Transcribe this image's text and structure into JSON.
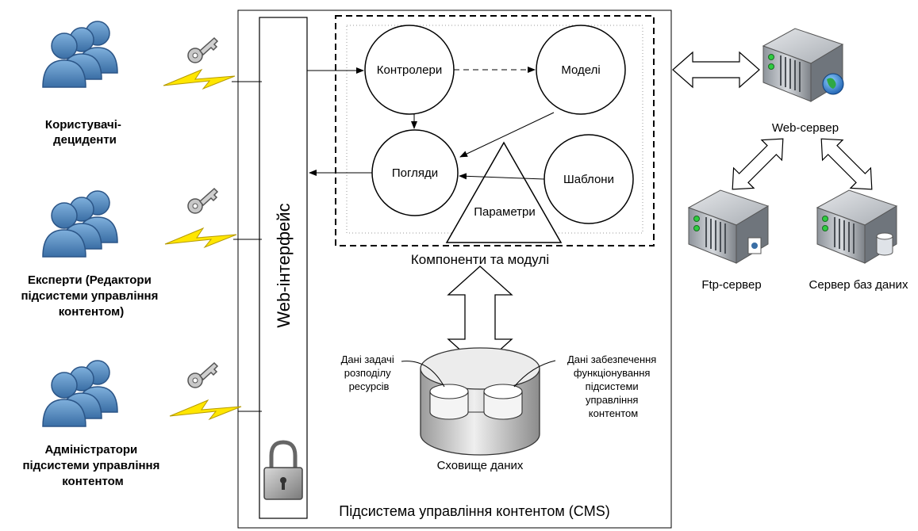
{
  "actors": [
    {
      "lines": [
        "Користувачі-",
        "дециденти"
      ]
    },
    {
      "lines": [
        "Експерти (Редактори",
        "підсистеми управління",
        "контентом)"
      ]
    },
    {
      "lines": [
        "Адміністратори",
        "підсистеми управління",
        "контентом"
      ]
    }
  ],
  "cms": {
    "title": "Підсистема управління контентом (CMS)",
    "web_interface": "Web-інтерфейс",
    "components_label": "Компоненти та модулі",
    "nodes": {
      "controllers": "Контролери",
      "models": "Моделі",
      "views": "Погляди",
      "templates": "Шаблони",
      "parameters": "Параметри"
    },
    "storage": {
      "label": "Сховище даних",
      "left_note": [
        "Дані задачі",
        "розподілу",
        "ресурсів"
      ],
      "right_note": [
        "Дані забезпечення",
        "функціонування",
        "підсистеми",
        "управління",
        "контентом"
      ]
    }
  },
  "servers": {
    "web": "Web-сервер",
    "ftp": "Ftp-сервер",
    "db": "Сервер баз даних"
  },
  "icons": [
    "users-group-icon",
    "key-icon",
    "lightning-icon",
    "padlock-icon",
    "server-icon",
    "globe-icon",
    "database-icon",
    "cylinder-storage-icon"
  ]
}
